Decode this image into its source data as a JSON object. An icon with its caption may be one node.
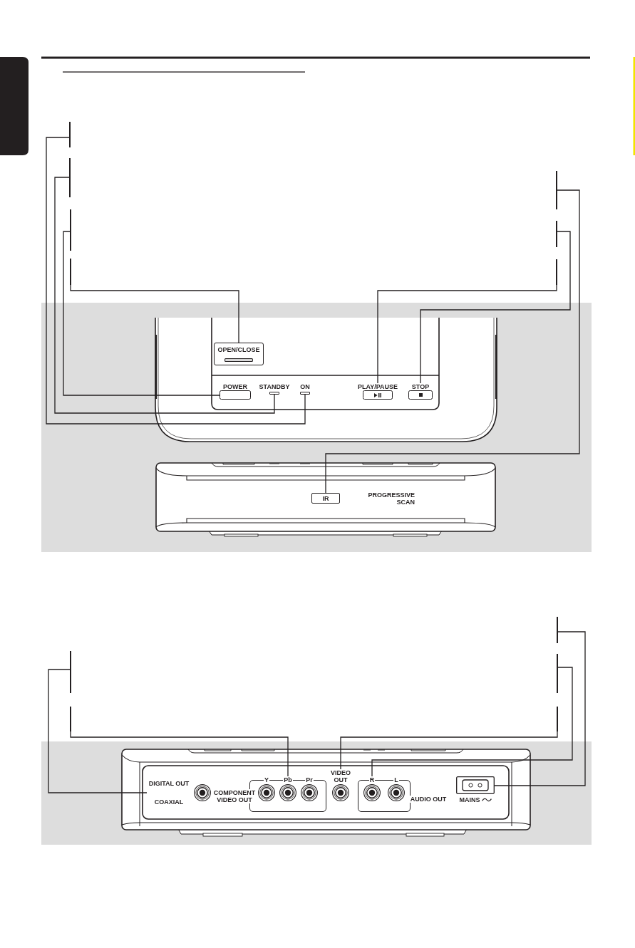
{
  "diagram": {
    "nodes": [
      {
        "text": [],
        "shape": "bar"
      },
      {
        "text": [],
        "shape": "bar"
      },
      {
        "text": [],
        "shape": "bar"
      },
      {
        "text": [],
        "shape": "bar"
      },
      {
        "text": [],
        "shape": "bar"
      },
      {
        "text": [],
        "shape": "bar"
      },
      {
        "text": [],
        "shape": "bar"
      },
      {
        "text": [
          "OPEN/CLOSE"
        ]
      },
      {
        "text": [
          "POWER"
        ]
      },
      {
        "text": [
          "STANDBY"
        ]
      },
      {
        "text": [
          "ON"
        ]
      },
      {
        "text": [
          "PLAY/PAUSE"
        ]
      },
      {
        "text": [
          "STOP"
        ]
      },
      {
        "text": [
          "IR"
        ]
      },
      {
        "text": [],
        "shape": "bar"
      },
      {
        "text": [],
        "shape": "bar"
      },
      {
        "text": [],
        "shape": "bar"
      },
      {
        "text": [],
        "shape": "bar"
      },
      {
        "text": [],
        "shape": "bar"
      },
      {
        "text": [
          "DIGITAL OUT",
          "COAXIAL"
        ]
      },
      {
        "text": [
          "COMPONENT VIDEO OUT"
        ]
      },
      {
        "text": [
          "Y"
        ],
        "in": 20
      },
      {
        "text": [
          "Pb"
        ],
        "in": 20
      },
      {
        "text": [
          "Pr"
        ],
        "in": 20
      },
      {
        "text": [
          "VIDEO OUT"
        ]
      },
      {
        "text": [
          "AUDIO OUT"
        ]
      },
      {
        "text": [
          "R"
        ],
        "in": 25
      },
      {
        "text": [
          "L"
        ],
        "in": 25
      },
      {
        "text": [
          "MAINS"
        ]
      }
    ],
    "edges": [
      {
        "from": 0,
        "to": 10,
        "arrow": "none"
      },
      {
        "from": 1,
        "to": 9,
        "arrow": "none"
      },
      {
        "from": 2,
        "to": 8,
        "arrow": "none"
      },
      {
        "from": 3,
        "to": 7,
        "arrow": "none"
      },
      {
        "from": 4,
        "to": 13,
        "arrow": "none"
      },
      {
        "from": 5,
        "to": 12,
        "arrow": "none"
      },
      {
        "from": 6,
        "to": 11,
        "arrow": "none"
      },
      {
        "from": 14,
        "to": 19,
        "arrow": "none"
      },
      {
        "from": 15,
        "to": 20,
        "arrow": "none"
      },
      {
        "from": 16,
        "to": 28,
        "arrow": "none"
      },
      {
        "from": 17,
        "to": 25,
        "arrow": "none"
      },
      {
        "from": 18,
        "to": 24,
        "arrow": "none"
      }
    ],
    "labels": [
      "PROGRESSIVE SCAN"
    ]
  }
}
